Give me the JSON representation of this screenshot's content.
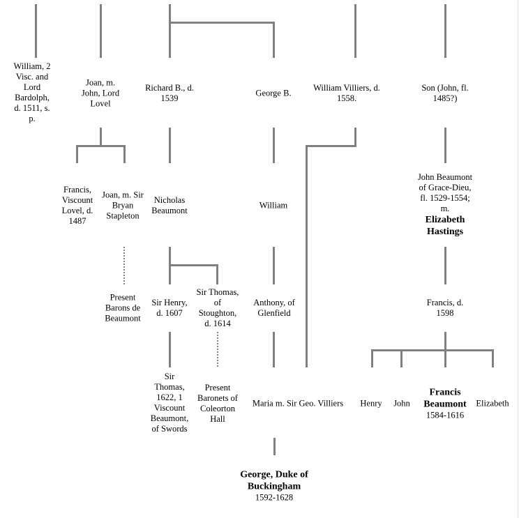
{
  "diagram": {
    "type": "family-tree",
    "line_color": "#808080",
    "nodes": {
      "william_bardolph": "William, 2 Visc. and Lord Bardolph, d. 1511, s. p.",
      "joan_lovel": "Joan, m. John, Lord Lovel",
      "richard": "Richard B., d. 1539",
      "george_b": "George B.",
      "william_villiers": "William Villiers, d. 1558.",
      "son_john": "Son (John, fl. 1485?)",
      "francis_lovel": "Francis, Viscount Lovel, d. 1487",
      "joan_stapleton": "Joan, m. Sir Bryan Stapleton",
      "nicholas": "Nicholas Beaumont",
      "william": "William",
      "john_gracedieu": {
        "text": "John Beaumont of Grace-Dieu, fl. 1529-1554; m.",
        "bold": "Elizabeth Hastings"
      },
      "barons_de_beaumont": "Present Barons de Beaumont",
      "sir_henry": "Sir Henry, d. 1607",
      "sir_thomas_stoughton": "Sir Thomas, of Stoughton, d. 1614",
      "anthony": "Anthony, of Glenfield",
      "francis_1598": "Francis, d. 1598",
      "sir_thomas_swords": "Sir Thomas, 1622, 1 Viscount Beaumont, of Swords",
      "baronets_coleorton": "Present Baronets of Coleorton Hall",
      "maria": "Maria m. Sir Geo. Villiers",
      "henry": "Henry",
      "john": "John",
      "francis_beaumont": {
        "bold": "Francis Beaumont",
        "dates": "1584-1616"
      },
      "elizabeth": "Elizabeth",
      "george_buckingham": {
        "bold": "George, Duke of Buckingham",
        "dates": "1592-1628"
      }
    }
  }
}
